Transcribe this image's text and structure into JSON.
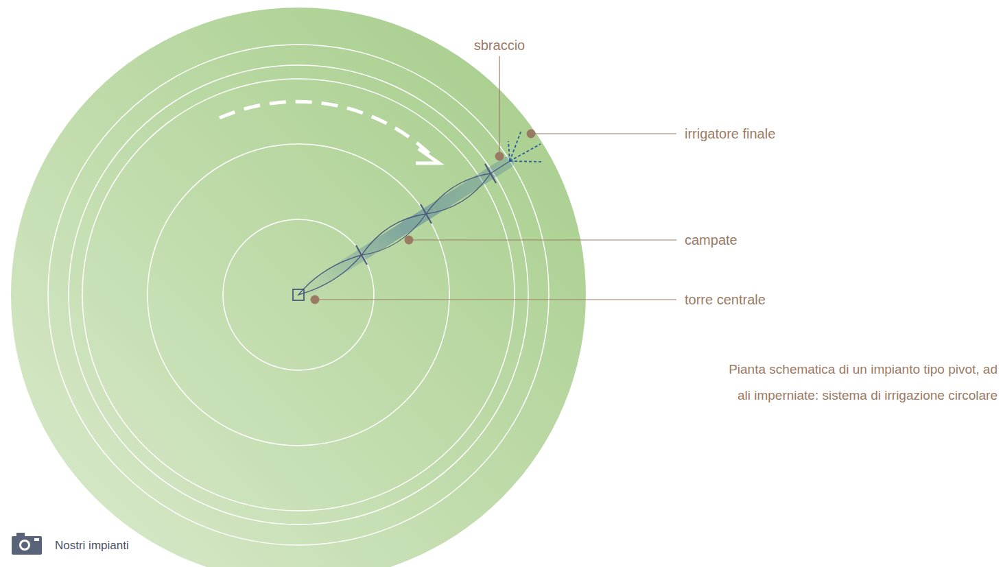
{
  "diagram": {
    "caption": "Pianta schematica di un impianto tipo pivot, ad ali imperniate: sistema di irrigazione circolare",
    "labels": [
      "sbraccio",
      "irrigatore finale",
      "campate",
      "torre centrale",
      "Nostri impianti"
    ]
  }
}
